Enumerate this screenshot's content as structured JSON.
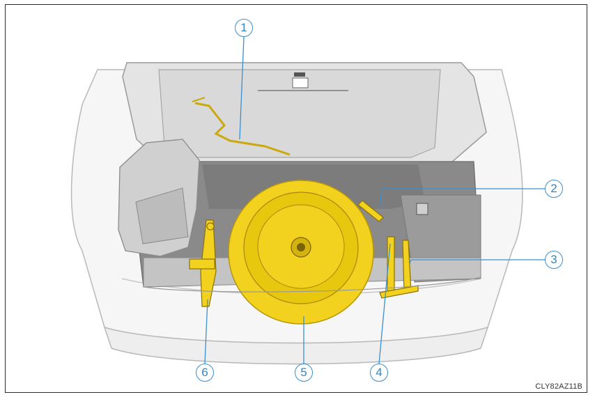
{
  "figure": {
    "image_code": "CLY82AZ11B",
    "accent_color": "#3a8fd0",
    "part_color": "#f2d21f",
    "callouts": [
      {
        "label": "1",
        "target": "jack-handle"
      },
      {
        "label": "2",
        "target": "wheel-nut-wrench"
      },
      {
        "label": "3",
        "target": "tool-bag-item"
      },
      {
        "label": "4",
        "target": "tool-bag-item"
      },
      {
        "label": "5",
        "target": "spare-tire"
      },
      {
        "label": "6",
        "target": "jack"
      }
    ]
  }
}
